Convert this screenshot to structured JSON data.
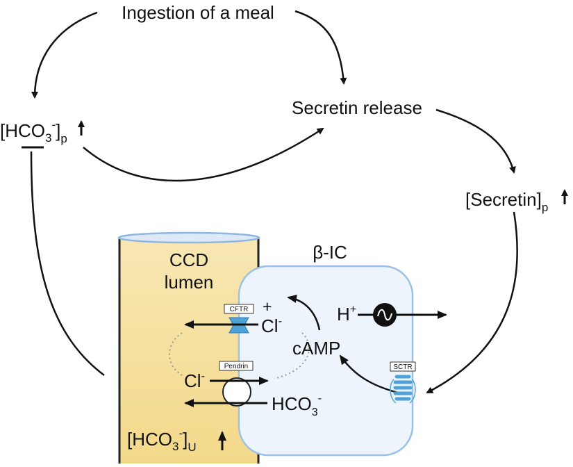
{
  "nodes": {
    "ingestion": "Ingestion of a meal",
    "secretin_release": "Secretin release",
    "hco3_plasma": {
      "main": "[HCO",
      "sub3": "3",
      "sup": "-",
      "close": "]",
      "subp": "p"
    },
    "secretin_plasma": {
      "main": "[Secretin]",
      "subp": "p"
    },
    "hco3_urine": {
      "main": "[HCO",
      "sub3": "3",
      "sup": "-",
      "close": "]",
      "subu": "U"
    }
  },
  "lumen": {
    "line1": "CCD",
    "line2": "lumen"
  },
  "cell": {
    "title": "β-IC",
    "plus": "+",
    "camp": "cAMP",
    "h_ion": {
      "main": "H",
      "sup": "+"
    },
    "cl_top": {
      "main": "Cl",
      "sup": "-"
    },
    "cl_mid": {
      "main": "Cl",
      "sup": "-"
    },
    "hco3_cell": {
      "main": "HCO",
      "sub3": "3",
      "sup": "-"
    }
  },
  "transporters": {
    "cftr": "CFTR",
    "pendrin": "Pendrin",
    "sctr": "SCTR"
  },
  "colors": {
    "lumen_fill": "#f5dd96",
    "cell_fill": "#eef4fb",
    "cell_border": "#9cc1e6",
    "channel_blue": "#4ea2d8",
    "arrow": "#111111"
  }
}
